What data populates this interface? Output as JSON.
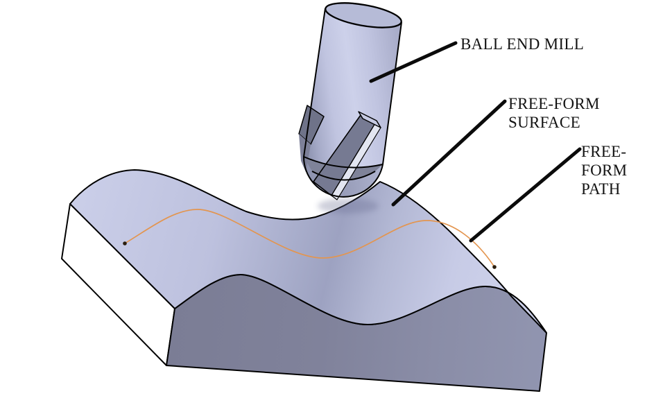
{
  "annotations": {
    "ball_end_mill": {
      "lines": [
        "BALL END MILL"
      ]
    },
    "free_form_surface": {
      "lines": [
        "FREE-FORM",
        "SURFACE"
      ]
    },
    "free_form_path": {
      "lines": [
        "FREE-",
        "FORM",
        "PATH"
      ]
    }
  },
  "colors": {
    "background": "#ffffff",
    "annotation_text": "#131313",
    "leader_line": "#0b0b0b",
    "outline": "#000000",
    "toolpath": "#e3954f",
    "toolpath_endpoint": "#2a1d0d",
    "model_light": "#cbcfe9",
    "model_mid": "#a8adcb",
    "model_dark": "#82849d"
  }
}
